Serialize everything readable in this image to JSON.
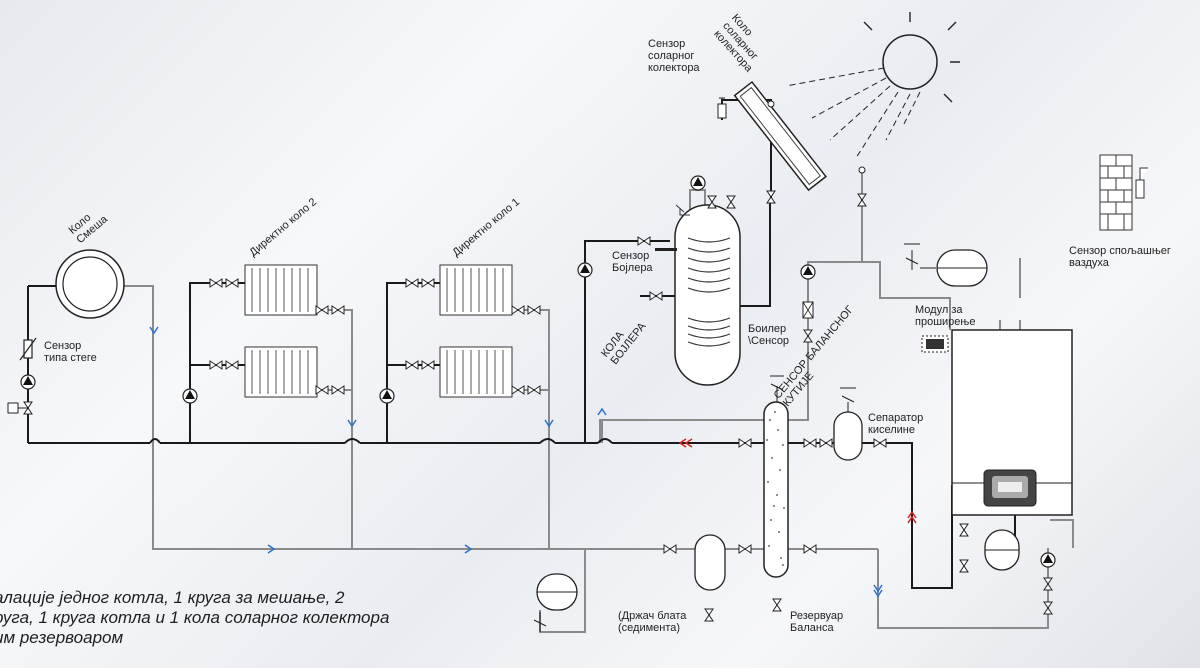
{
  "labels": {
    "mixing_circuit": "Коло\nСмеша",
    "direct_circuit_2": "Директно коло 2",
    "direct_circuit_1": "Директно коло 1",
    "clamp_sensor": "Сензор\nтипа стеге",
    "boiler_sensor": "Сензор\nБојлера",
    "boiler_circuit": "КОЛА\nБОЈЛЕРА",
    "boiler_sensor2": "Боилер\n\\Сенсор",
    "solar_sensor": "Сензор\nсоларног\nколектора",
    "solar_circuit": "Коло\nсоларног\nколектора",
    "outdoor_sensor": "Сензор спољашњег\nваздуха",
    "expansion_module": "Модул за\nпроширење",
    "acid_separator": "Сепаратор\nкиселине",
    "balance_sensor": "СЕНСОР БАЛАНСНОГ\nКУТИЈЕ",
    "balance_tank": "Резервуар\nБаланса",
    "sludge_holder": "(Држач блата\n(седимента)"
  },
  "caption": "алације једног котла, 1 круга за мешање, 2\nруга, 1 круга котла и 1 кола соларног колектора\nим резервоаром",
  "colors": {
    "supply": "#1a1a1a",
    "return": "#8a8a8a",
    "hot_arrow": "#d42020",
    "cold_arrow": "#2a6fd0"
  }
}
